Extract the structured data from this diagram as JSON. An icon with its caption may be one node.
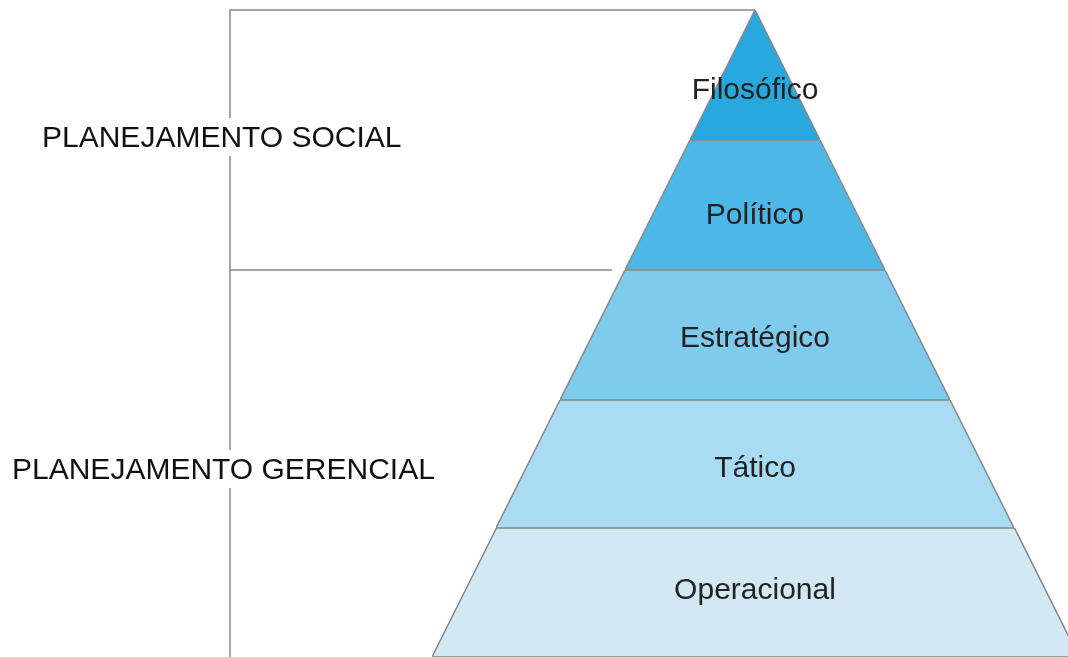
{
  "diagram": {
    "nodes": [
      {
        "text": [
          "Filosófico"
        ]
      },
      {
        "text": [
          "Político"
        ]
      },
      {
        "text": [
          "Estratégico"
        ]
      },
      {
        "text": [
          "Tático"
        ]
      },
      {
        "text": [
          "Operacional"
        ]
      }
    ],
    "labels": [
      "PLANEJAMENTO SOCIAL",
      "PLANEJAMENTO GERENCIAL"
    ]
  }
}
